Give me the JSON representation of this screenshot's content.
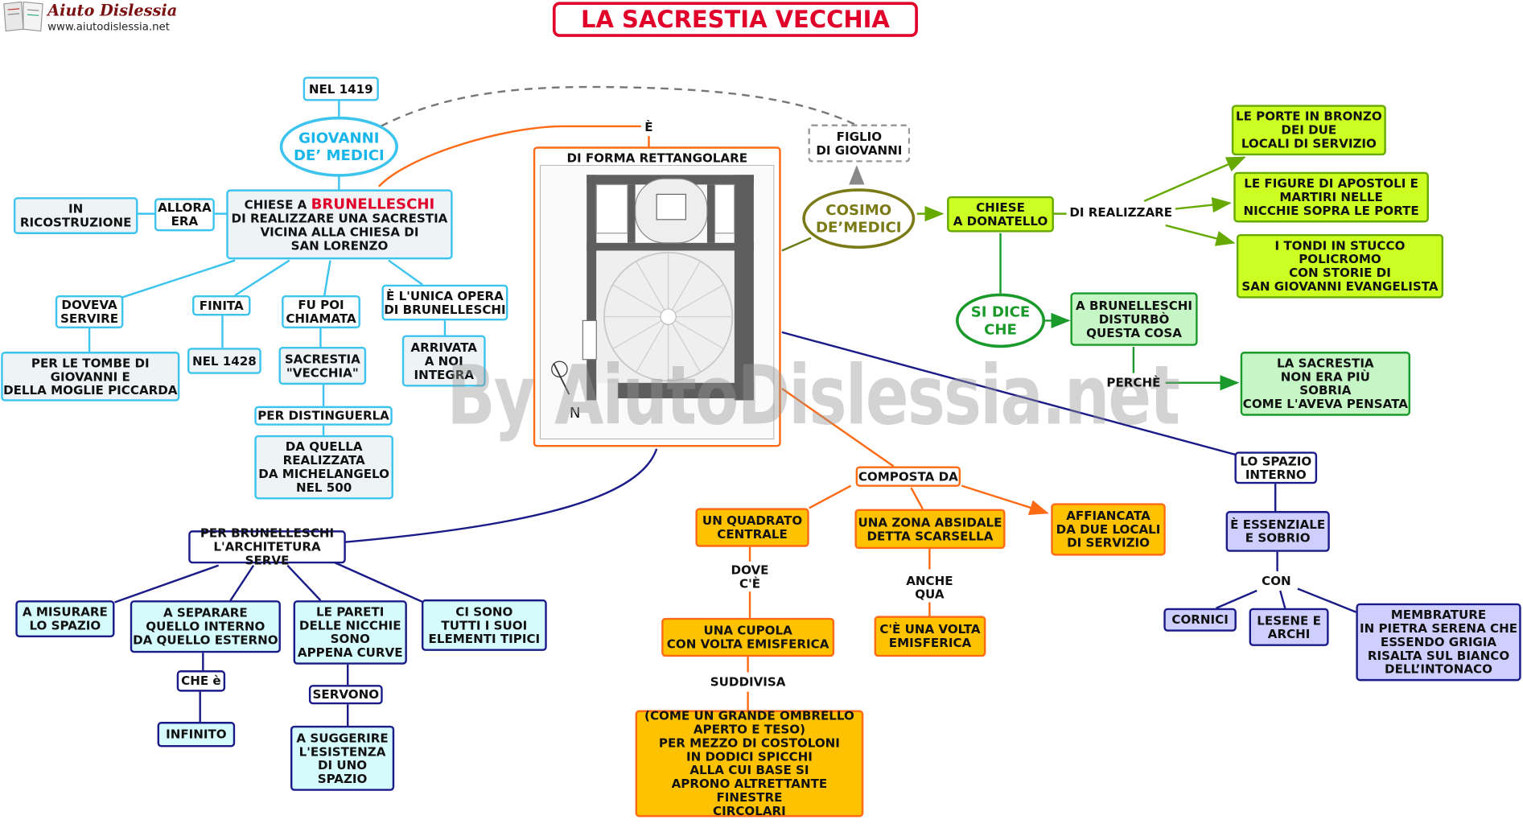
{
  "header": {
    "title": "LA SACRESTIA VECCHIA",
    "logo_name": "Aiuto Dislessia",
    "logo_url": "www.aiutodislessia.net"
  },
  "watermark": "By AiutoDislessia.net",
  "colors": {
    "title": "#e0002a",
    "cyan": "#3cc3ee",
    "lime": "#ccff22",
    "green": "#1a9a2a",
    "orange": "#ff6a14",
    "gold": "#ffc200",
    "navy": "#1a1a88",
    "lavender": "#cfcfff"
  },
  "left": {
    "nel1419": "NEL 1419",
    "giovanni": "GIOVANNI\nDE’ MEDICI",
    "chiese_pre": "CHIESE  A ",
    "chiese_name": "BRUNELLESCHI",
    "chiese_rest": "DI REALIZZARE UNA SACRESTIA\nVICINA ALLA CHIESA DI\nSAN LORENZO",
    "allora": "ALLORA\nERA",
    "ricostruzione": "IN\nRICOSTRUZIONE",
    "doveva": "DOVEVA\nSERVIRE",
    "tombe": "PER LE TOMBE DI\nGIOVANNI E\nDELLA MOGLIE PICCARDA",
    "finita": "FINITA",
    "nel1428": "NEL 1428",
    "fupoi": "FU POI\nCHIAMATA",
    "sacrestia_vecchia": "SACRESTIA\n\"VECCHIA\"",
    "distinguerla": "PER DISTINGUERLA",
    "michelangelo": "DA QUELLA\nREALIZZATA\nDA MICHELANGELO\nNEL 500",
    "unica": "È L'UNICA OPERA\nDI BRUNELLESCHI",
    "arrivata": "ARRIVATA\nA NOI\nINTEGRA"
  },
  "center": {
    "e_label": "È",
    "rettangolare": "DI FORMA RETTANGOLARE",
    "north": "N",
    "per_brun": "PER BRUNELLESCHI\nL'ARCHITETURA SERVE",
    "misurare": "A MISURARE\nLO SPAZIO",
    "separare": "A SEPARARE\nQUELLO INTERNO\nDA QUELLO ESTERNO",
    "che_e": "CHE è",
    "infinito": "INFINITO",
    "pareti": "LE PARETI\nDELLE NICCHIE\nSONO\nAPPENA CURVE",
    "servono": "SERVONO",
    "suggerire": "A SUGGERIRE\nL'ESISTENZA\nDI UNO\nSPAZIO",
    "ci_sono": "CI SONO\nTUTTI I SUOI\nELEMENTI TIPICI"
  },
  "composta": {
    "label": "COMPOSTA DA",
    "quadrato": "UN QUADRATO\nCENTRALE",
    "dove": "DOVE\nC'È",
    "cupola": "UNA  CUPOLA\nCON VOLTA EMISFERICA",
    "suddivisa": "SUDDIVISA",
    "ombrello": "(COME UN GRANDE OMBRELLO\nAPERTO E TESO)\nPER MEZZO DI COSTOLONI\nIN DODICI SPICCHI\nALLA CUI BASE SI\nAPRONO ALTRETTANTE FINESTRE\nCIRCOLARI",
    "absidale": "UNA ZONA ABSIDALE\nDETTA SCARSELLA",
    "anche": "ANCHE\nQUA",
    "volta": "C'È UNA VOLTA\nEMISFERICA",
    "affiancata": "AFFIANCATA\nDA DUE LOCALI\nDI SERVIZIO"
  },
  "right": {
    "figlio": "FIGLIO\nDI GIOVANNI",
    "cosimo": "COSIMO\nDE’MEDICI",
    "donatello": "CHIESE\nA DONATELLO",
    "di_realizzare": "DI REALIZZARE",
    "porte": "LE PORTE IN BRONZO\nDEI DUE\nLOCALI DI SERVIZIO",
    "figure": "LE FIGURE DI APOSTOLI E\nMARTIRI NELLE\nNICCHIE  SOPRA  LE  PORTE",
    "tondi": "I TONDI IN STUCCO\nPOLICROMO\nCON STORIE DI\nSAN GIOVANNI EVANGELISTA",
    "si_dice": "SI DICE\nCHE",
    "disturbo": "A BRUNELLESCHI\nDISTURBÒ\nQUESTA COSA",
    "perche": "PERCHÈ",
    "sobria": "LA SACRESTIA\nNON ERA PIÙ\nSOBRIA\nCOME L'AVEVA PENSATA",
    "spazio": "LO SPAZIO\nINTERNO",
    "essenziale": "È ESSENZIALE\nE SOBRIO",
    "con": "CON",
    "cornici": "CORNICI",
    "lesene": "LESENE E\nARCHI",
    "membrature": "MEMBRATURE\nIN PIETRA SERENA CHE\nESSENDO GRIGIA\nRISALTA SUL BIANCO\nDELL’INTONACO"
  }
}
